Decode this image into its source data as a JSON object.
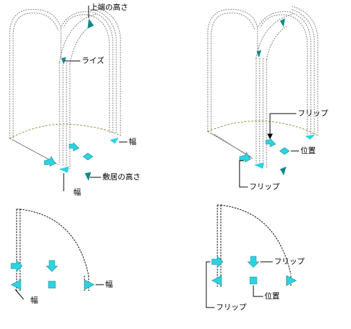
{
  "labels": {
    "top_height": "上端の高さ",
    "rise": "ライズ",
    "width": "幅",
    "sill_height": "敷居の高さ",
    "flip": "フリップ",
    "position": "位置"
  },
  "colors": {
    "grip_fill": "#2bd3e3",
    "grip_dark": "#138a8a",
    "outline": "#ffffff",
    "frame_dash": "#7d7d7d",
    "arc_dash": "#9b8a3c",
    "leader": "#000000"
  },
  "icons": {
    "grip_right": "triangle-right-grip-icon",
    "grip_left": "triangle-left-grip-icon",
    "grip_down": "arrow-down-grip-icon",
    "grip_diamond": "diamond-grip-icon",
    "grip_square": "square-grip-icon"
  }
}
